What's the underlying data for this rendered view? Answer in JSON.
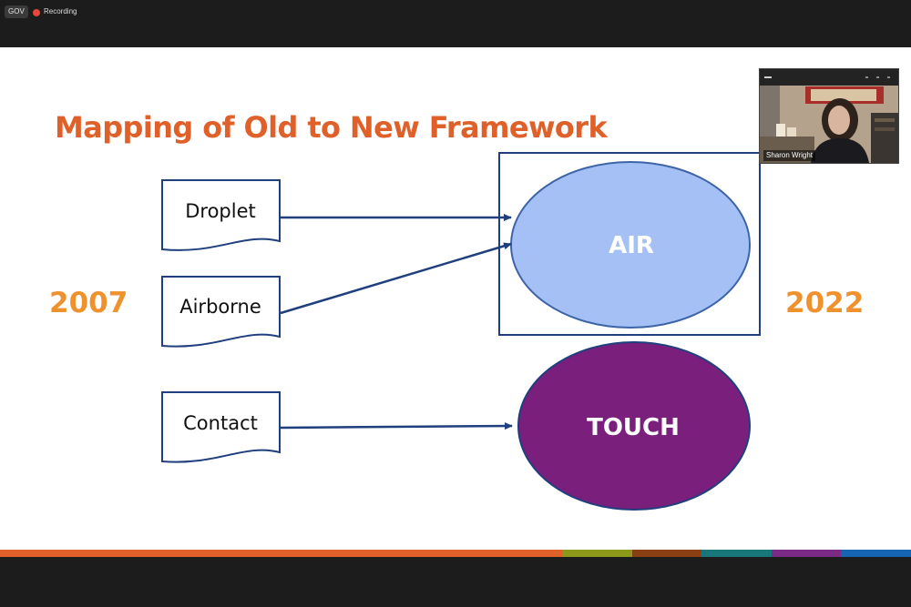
{
  "topbar": {
    "badge_label": "GOV",
    "recording_label": "Recording",
    "recording_color": "#e8463c"
  },
  "slide": {
    "title": "Mapping of Old to New Framework",
    "year_left": "2007",
    "year_right": "2022",
    "old_categories": [
      "Droplet",
      "Airborne",
      "Contact"
    ],
    "new_categories": [
      "AIR",
      "TOUCH"
    ],
    "mapping": [
      {
        "from": "Droplet",
        "to": "AIR"
      },
      {
        "from": "Airborne",
        "to": "AIR"
      },
      {
        "from": "Contact",
        "to": "TOUCH"
      }
    ],
    "colors": {
      "title": "#e0602a",
      "year": "#ef922d",
      "air_fill": "#a4c0f4",
      "touch_fill": "#7b1f7c",
      "outline": "#1f3f7e"
    },
    "footer_stripe_colors": [
      "#e0602a",
      "#8c9a1c",
      "#8a4012",
      "#17777a",
      "#7b2a85",
      "#1565b3"
    ]
  },
  "video_tile": {
    "participant_name": "Sharon Wright"
  }
}
